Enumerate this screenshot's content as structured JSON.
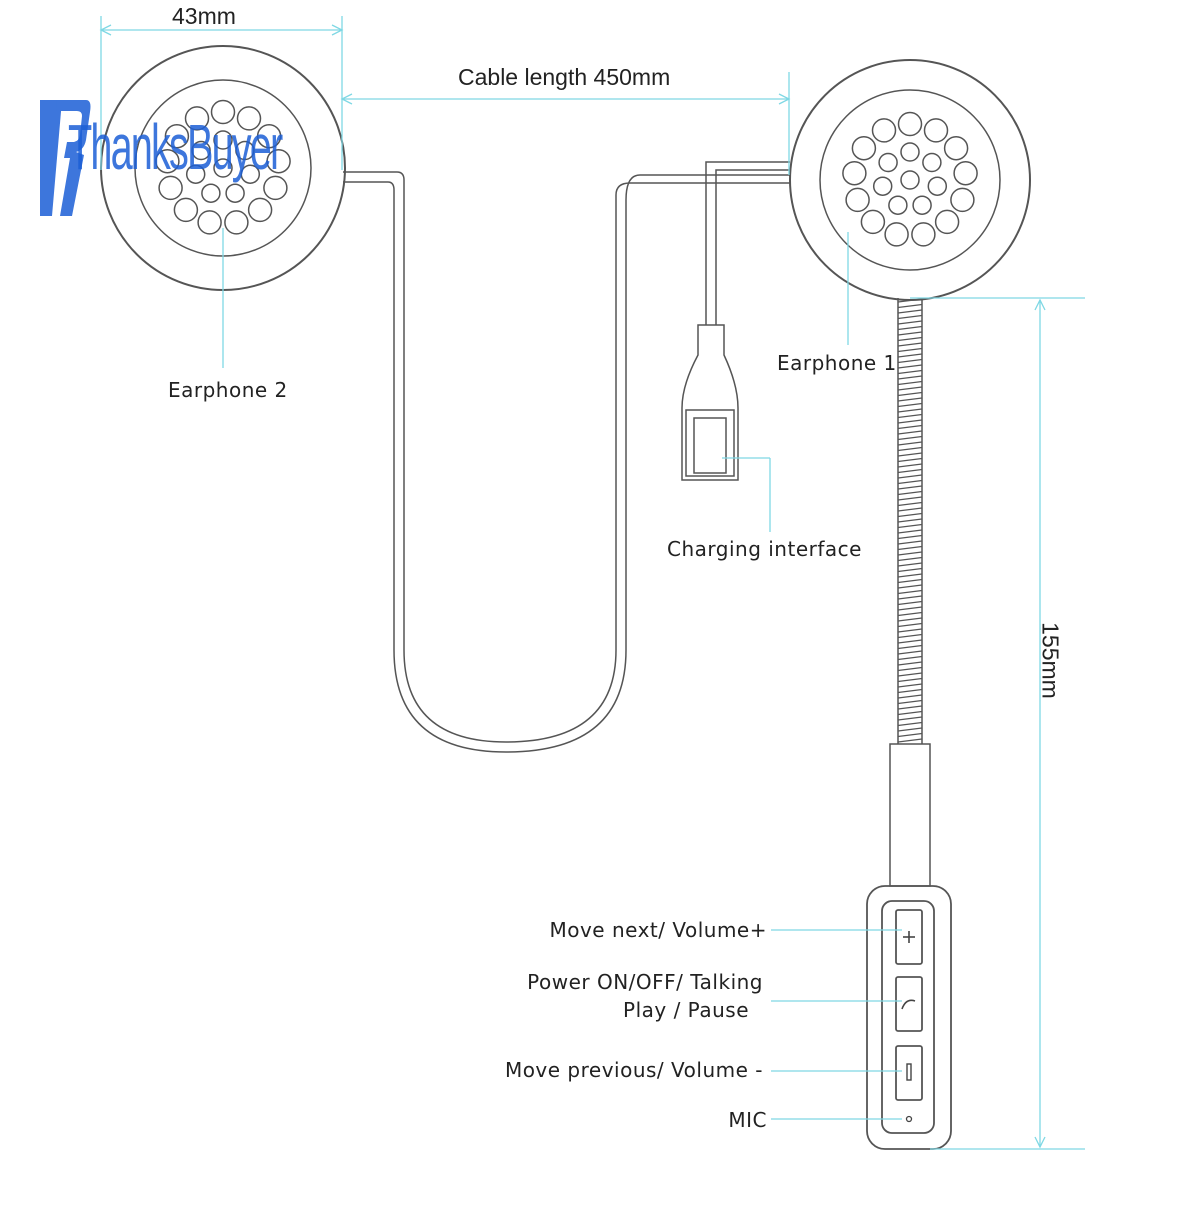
{
  "watermark": {
    "text": "ThanksBuyer",
    "logo_letters": "TB",
    "color": "#1c5fd6"
  },
  "colors": {
    "line": "#555555",
    "leader": "#7fd8e4",
    "text": "#222222"
  },
  "dimensions": {
    "earphone_width": "43mm",
    "cable_length": "Cable length 450mm",
    "boom_length": "155mm"
  },
  "labels": {
    "earphone2": "Earphone 2",
    "earphone1": "Earphone 1",
    "charging": "Charging interface",
    "next_volume": "Move next/ Volume+",
    "power_line1": "Power ON/OFF/ Talking",
    "power_line2": "Play / Pause",
    "prev_volume": "Move previous/ Volume -",
    "mic": "MIC"
  },
  "button_icons": [
    "plus-icon",
    "phone-icon",
    "minus-icon",
    "mic-dot-icon"
  ]
}
